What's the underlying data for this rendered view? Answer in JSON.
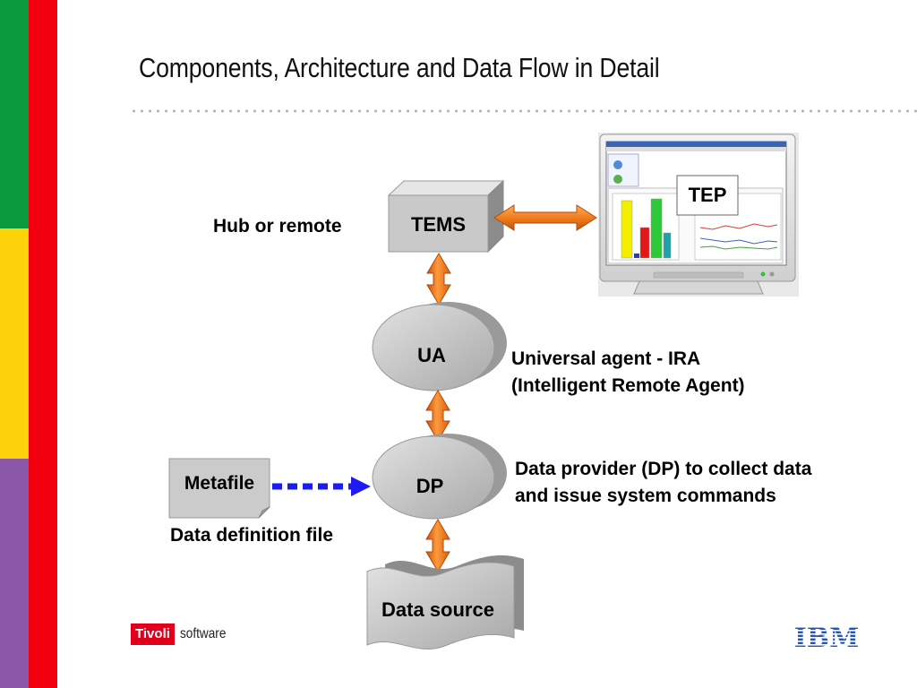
{
  "slide": {
    "title": "Components, Architecture and Data Flow in Detail"
  },
  "colors": {
    "stripe_green": "#0a9a3c",
    "stripe_yellow": "#fcd20b",
    "stripe_purple": "#8a57a6",
    "side_red": "#f2000f",
    "arrow_orange": "#f07d1e",
    "dashed_blue": "#1c1cf0",
    "node_gray": "#c8c8c8",
    "tivoli_red": "#e0001b",
    "ibm_blue": "#2b54a6"
  },
  "nodes": {
    "tems": "TEMS",
    "tep": "TEP",
    "ua": "UA",
    "dp": "DP",
    "data_source": "Data source",
    "metafile": "Metafile"
  },
  "labels": {
    "hub_or_remote": "Hub or remote",
    "ua_desc_line1": "Universal agent - IRA",
    "ua_desc_line2": "(Intelligent Remote Agent)",
    "dp_desc_line1": "Data provider (DP) to collect data",
    "dp_desc_line2": "and issue system commands",
    "data_definition_file": "Data definition file"
  },
  "footer": {
    "tivoli_brand": "Tivoli",
    "tivoli_software": "software",
    "ibm_logo_text": "IBM"
  },
  "icons": [
    "monitor-icon",
    "bidirectional-arrow-icon",
    "dashed-arrow-icon",
    "document-icon",
    "ibm-logo",
    "tivoli-logo"
  ]
}
